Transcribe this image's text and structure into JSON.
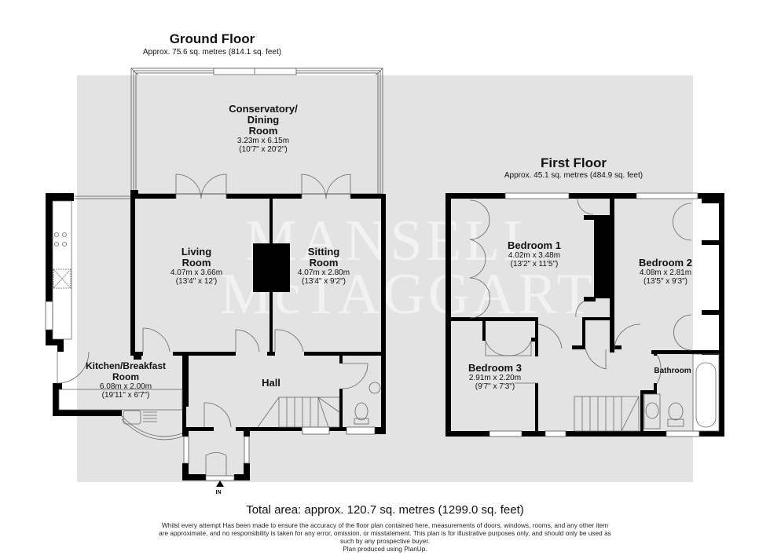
{
  "ground_floor": {
    "title": "Ground Floor",
    "area": "Approx. 75.6 sq. metres (814.1 sq. feet)",
    "rooms": [
      {
        "name": "Conservatory/ Dining Room",
        "name_lines": [
          "Conservatory/",
          "Dining",
          "Room"
        ],
        "metric": "3.23m x 6.15m",
        "imperial": "(10'7\" x 20'2\")"
      },
      {
        "name": "Living Room",
        "name_lines": [
          "Living",
          "Room"
        ],
        "metric": "4.07m x 3.66m",
        "imperial": "(13'4\" x 12')"
      },
      {
        "name": "Sitting Room",
        "name_lines": [
          "Sitting",
          "Room"
        ],
        "metric": "4.07m x 2.80m",
        "imperial": "(13'4\" x 9'2\")"
      },
      {
        "name": "Kitchen/Breakfast Room",
        "name_lines": [
          "Kitchen/Breakfast",
          "Room"
        ],
        "metric": "6.08m x 2.00m",
        "imperial": "(19'11\" x 6'7\")"
      },
      {
        "name": "Hall",
        "name_lines": [
          "Hall"
        ]
      }
    ],
    "entrance_label": "IN"
  },
  "first_floor": {
    "title": "First Floor",
    "area": "Approx. 45.1 sq. metres (484.9 sq. feet)",
    "rooms": [
      {
        "name": "Bedroom 1",
        "metric": "4.02m x 3.48m",
        "imperial": "(13'2\" x 11'5\")"
      },
      {
        "name": "Bedroom 2",
        "metric": "4.08m x 2.81m",
        "imperial": "(13'5\" x 9'3\")"
      },
      {
        "name": "Bedroom 3",
        "metric": "2.91m x 2.20m",
        "imperial": "(9'7\" x 7'3\")"
      },
      {
        "name": "Bathroom"
      }
    ]
  },
  "watermark": {
    "line1": "MANSELL",
    "line2": "McTAGGART"
  },
  "footer": {
    "total_area": "Total area: approx. 120.7 sq. metres (1299.0 sq. feet)",
    "disclaimer_lines": [
      "Whilst every attempt Has been made to ensure the accuracy of the floor plan contained here, measurements of doors, windows, rooms, and any other item",
      "are approximate, and no responsibility is taken for any error, omission, or misstatement. This plan is for illustrative purposes only, and should only be used as",
      "such by any prospective buyer.",
      "Plan produced using PlanUp."
    ]
  },
  "colors": {
    "background_panel": "#e3e3e3",
    "wall": "#000000",
    "fixture_line": "#666666",
    "page": "#ffffff"
  }
}
